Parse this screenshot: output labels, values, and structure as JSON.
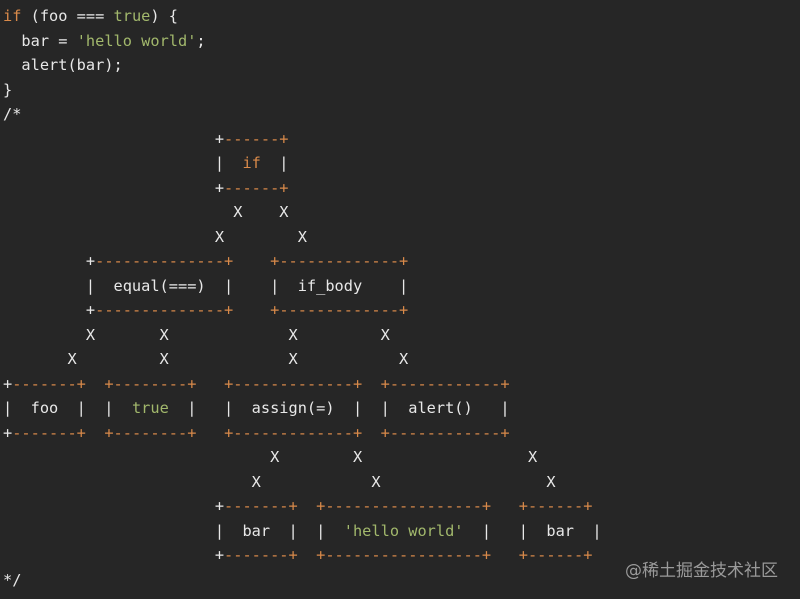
{
  "colors": {
    "background": "#262626",
    "text": "#e8e8e8",
    "keyword": "#d98a4a",
    "string": "#a2b86c",
    "ascii_box_edge": "#d98a4a",
    "watermark": "#9a9a9a"
  },
  "code_lines": [
    [
      {
        "t": "if",
        "c": "kw"
      },
      {
        "t": " (foo === ",
        "c": "plain"
      },
      {
        "t": "true",
        "c": "bool"
      },
      {
        "t": ") {",
        "c": "plain"
      }
    ],
    [
      {
        "t": "  bar = ",
        "c": "plain"
      },
      {
        "t": "'hello world'",
        "c": "str"
      },
      {
        "t": ";",
        "c": "plain"
      }
    ],
    [
      {
        "t": "  alert(bar);",
        "c": "plain"
      }
    ],
    [
      {
        "t": "}",
        "c": "plain"
      }
    ],
    [
      {
        "t": "/*",
        "c": "plain"
      }
    ],
    [
      {
        "t": "                       +",
        "c": "plain"
      },
      {
        "t": "------+",
        "c": "box"
      }
    ],
    [
      {
        "t": "                       |  ",
        "c": "plain"
      },
      {
        "t": "if",
        "c": "kw"
      },
      {
        "t": "  |",
        "c": "plain"
      }
    ],
    [
      {
        "t": "                       +",
        "c": "plain"
      },
      {
        "t": "------+",
        "c": "box"
      }
    ],
    [
      {
        "t": "                         X    X",
        "c": "plain"
      }
    ],
    [
      {
        "t": "                       X        X",
        "c": "plain"
      }
    ],
    [
      {
        "t": "         +",
        "c": "plain"
      },
      {
        "t": "--------------+",
        "c": "box"
      },
      {
        "t": "    ",
        "c": "plain"
      },
      {
        "t": "+-------------+",
        "c": "box"
      }
    ],
    [
      {
        "t": "         |  equal(===)  |    |  if_body    |",
        "c": "plain"
      }
    ],
    [
      {
        "t": "         +",
        "c": "plain"
      },
      {
        "t": "--------------+",
        "c": "box"
      },
      {
        "t": "    ",
        "c": "plain"
      },
      {
        "t": "+-------------+",
        "c": "box"
      }
    ],
    [
      {
        "t": "         X       X             X         X",
        "c": "plain"
      }
    ],
    [
      {
        "t": "       X         X             X           X",
        "c": "plain"
      }
    ],
    [
      {
        "t": "+",
        "c": "plain"
      },
      {
        "t": "-------+",
        "c": "box"
      },
      {
        "t": "  ",
        "c": "plain"
      },
      {
        "t": "+--------+",
        "c": "box"
      },
      {
        "t": "   ",
        "c": "plain"
      },
      {
        "t": "+-------------+",
        "c": "box"
      },
      {
        "t": "  ",
        "c": "plain"
      },
      {
        "t": "+------------+",
        "c": "box"
      }
    ],
    [
      {
        "t": "|  foo  |  |  ",
        "c": "plain"
      },
      {
        "t": "true",
        "c": "bool"
      },
      {
        "t": "  |   |  assign(=)  |  |  alert()   |",
        "c": "plain"
      }
    ],
    [
      {
        "t": "+",
        "c": "plain"
      },
      {
        "t": "-------+",
        "c": "box"
      },
      {
        "t": "  ",
        "c": "plain"
      },
      {
        "t": "+--------+",
        "c": "box"
      },
      {
        "t": "   ",
        "c": "plain"
      },
      {
        "t": "+-------------+",
        "c": "box"
      },
      {
        "t": "  ",
        "c": "plain"
      },
      {
        "t": "+------------+",
        "c": "box"
      }
    ],
    [
      {
        "t": "                             X        X                  X",
        "c": "plain"
      }
    ],
    [
      {
        "t": "                           X            X                  X",
        "c": "plain"
      }
    ],
    [
      {
        "t": "                       +",
        "c": "plain"
      },
      {
        "t": "-------+",
        "c": "box"
      },
      {
        "t": "  ",
        "c": "plain"
      },
      {
        "t": "+-----------------+",
        "c": "box"
      },
      {
        "t": "   ",
        "c": "plain"
      },
      {
        "t": "+------+",
        "c": "box"
      }
    ],
    [
      {
        "t": "                       |  bar  |  |  ",
        "c": "plain"
      },
      {
        "t": "'hello world'",
        "c": "str"
      },
      {
        "t": "  |   |  bar  |",
        "c": "plain"
      }
    ],
    [
      {
        "t": "                       +",
        "c": "plain"
      },
      {
        "t": "-------+",
        "c": "box"
      },
      {
        "t": "  ",
        "c": "plain"
      },
      {
        "t": "+-----------------+",
        "c": "box"
      },
      {
        "t": "   ",
        "c": "plain"
      },
      {
        "t": "+------+",
        "c": "box"
      }
    ],
    [
      {
        "t": "*/",
        "c": "plain"
      }
    ]
  ],
  "watermark": "@稀土掘金技术社区"
}
